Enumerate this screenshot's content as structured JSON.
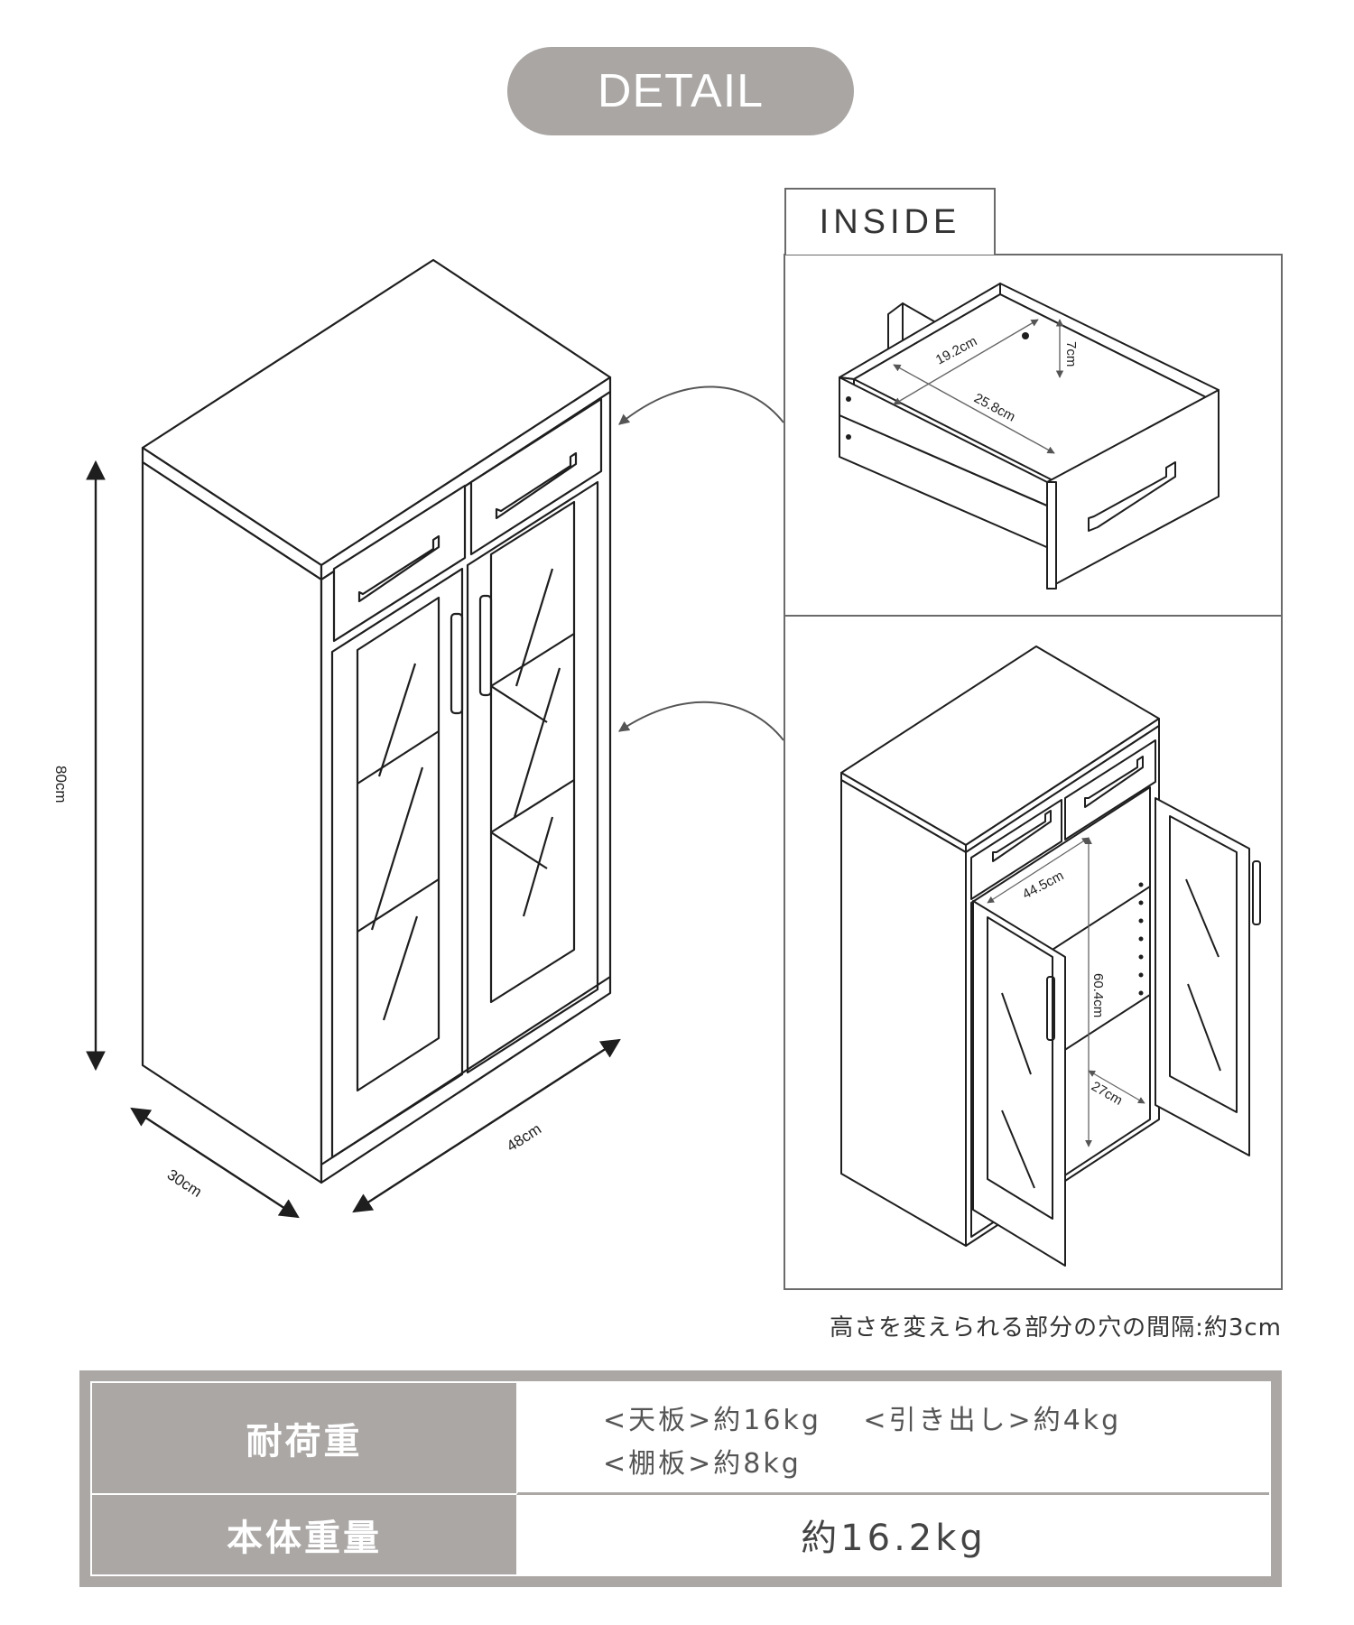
{
  "header": {
    "title": "DETAIL"
  },
  "main_drawing": {
    "height_label": "80cm",
    "width_label": "48cm",
    "depth_label": "30cm"
  },
  "inside": {
    "label": "INSIDE",
    "drawer": {
      "width_label": "25.8cm",
      "depth_label": "19.2cm",
      "height_label": "7cm"
    },
    "cabinet": {
      "width_label": "44.5cm",
      "height_label": "60.4cm",
      "depth_label": "27cm"
    }
  },
  "note": "高さを変えられる部分の穴の間隔:約3cm",
  "spec": {
    "load_header": "耐荷重",
    "load_items": [
      "<天板>約16kg",
      "<引き出し>約4kg",
      "<棚板>約8kg"
    ],
    "weight_header": "本体重量",
    "weight_value": "約16.2kg"
  },
  "colors": {
    "pill": "#a9a6a4",
    "table": "#aaa7a5",
    "line": "#1e1e1e"
  }
}
